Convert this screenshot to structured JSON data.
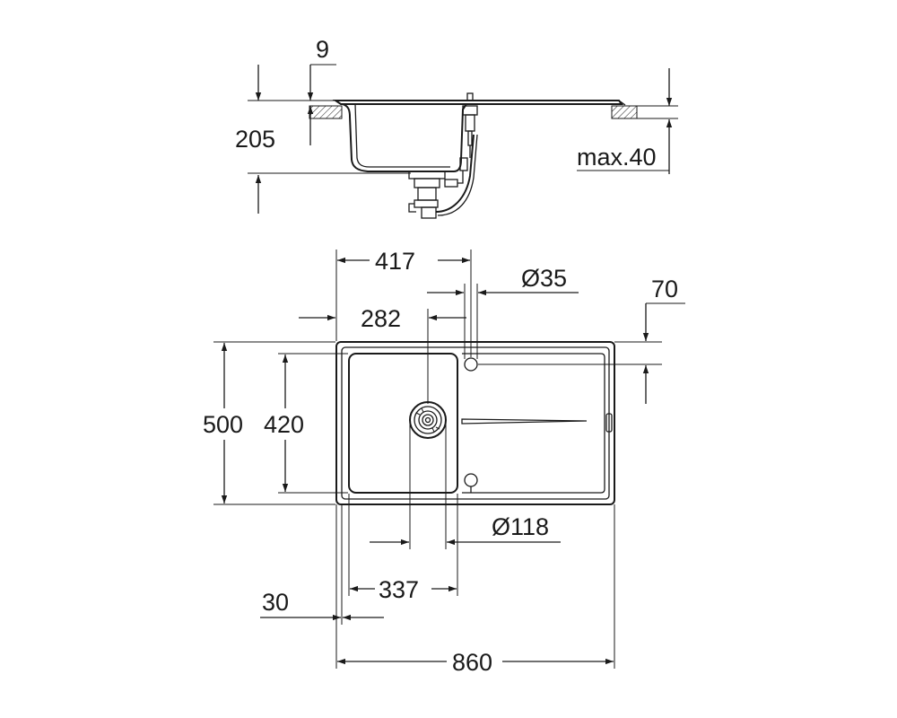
{
  "drawing": {
    "side_view": {
      "labels": {
        "rim": "9",
        "depth": "205",
        "worktop": "max.40"
      }
    },
    "top_view": {
      "labels": {
        "overall_width": "860",
        "overall_depth": "500",
        "bowl_depth": "420",
        "tap_offset": "417",
        "tap_hole": "Ø35",
        "tap_from_back": "70",
        "drain_offset": "282",
        "drain_hole": "Ø118",
        "bowl_width": "337",
        "edge_offset": "30"
      }
    }
  }
}
